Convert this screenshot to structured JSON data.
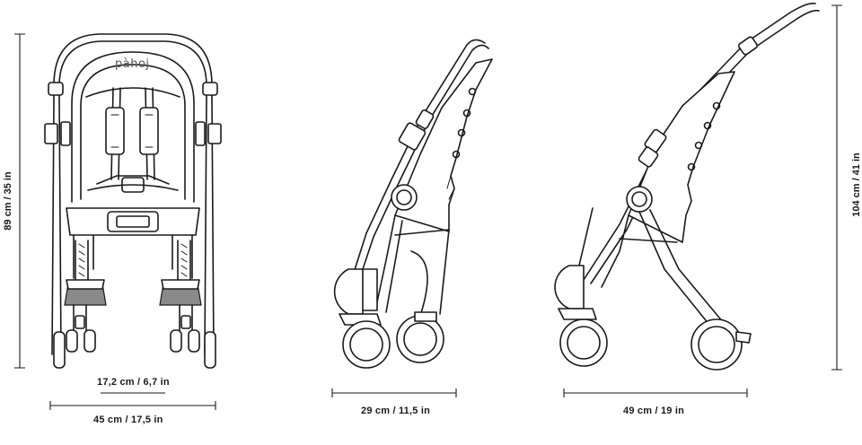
{
  "brand": {
    "logo_text": "pàhoj"
  },
  "dimensions": {
    "front_height": "89 cm / 35 in",
    "front_width": "45 cm / 17,5 in",
    "front_inner_width": "17,2 cm / 6,7 in",
    "folded_depth": "29 cm / 11,5 in",
    "open_depth": "49 cm / 19 in",
    "open_height": "104 cm / 41 in"
  },
  "colors": {
    "line": "#1a1a1a",
    "background": "#ffffff"
  }
}
